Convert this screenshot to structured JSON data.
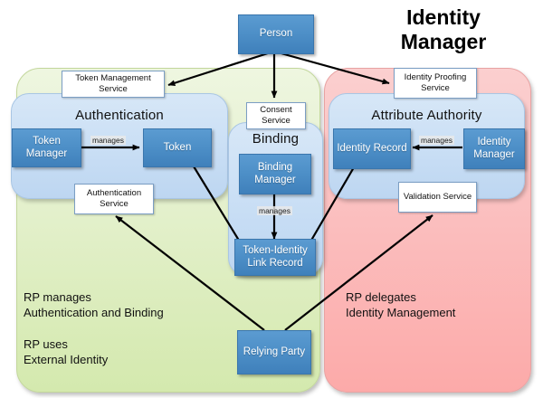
{
  "heading": {
    "text": "Identity\nManager"
  },
  "actors": {
    "person": {
      "label": "Person"
    },
    "relying_party": {
      "label": "Relying\nParty"
    }
  },
  "regions": [
    {
      "name": "relying-party-region",
      "color": "#d4e9ae",
      "text": "RP manages\nAuthentication and Binding"
    },
    {
      "name": "relying-party-region-secondary",
      "color": "#d4e9ae",
      "text": "RP uses\nExternal Identity"
    },
    {
      "name": "identity-manager-region",
      "color": "#fcaaa9",
      "text": "RP delegates\nIdentity Management"
    }
  ],
  "groups": {
    "authentication": {
      "title": "Authentication",
      "entities": [
        {
          "name": "token-manager",
          "label": "Token\nManager"
        },
        {
          "name": "token",
          "label": "Token"
        }
      ],
      "edge_label": "manages"
    },
    "binding": {
      "title": "Binding",
      "entities": [
        {
          "name": "binding-manager",
          "label": "Binding\nManager"
        },
        {
          "name": "token-identity-link-record",
          "label": "Token-Identity\nLink Record"
        }
      ],
      "edge_label": "manages"
    },
    "attribute_authority": {
      "title": "Attribute Authority",
      "entities": [
        {
          "name": "identity-record",
          "label": "Identity\nRecord"
        },
        {
          "name": "identity-manager-entity",
          "label": "Identity\nManager"
        }
      ],
      "edge_label": "manages"
    }
  },
  "services": [
    {
      "name": "token-management-service",
      "label": "Token Management\nService"
    },
    {
      "name": "authentication-service",
      "label": "Authentication\nService"
    },
    {
      "name": "consent-service",
      "label": "Consent\nService"
    },
    {
      "name": "identity-proofing-service",
      "label": "Identity Proofing\nService"
    },
    {
      "name": "validation-service",
      "label": "Validation\nService"
    }
  ],
  "colors": {
    "entity_blue": "#4e90c8",
    "group_blue": "#cadff5",
    "region_green": "#d4e9ae",
    "region_red": "#fcaaa9",
    "service_white": "#ffffff",
    "connector_black": "#000000"
  }
}
